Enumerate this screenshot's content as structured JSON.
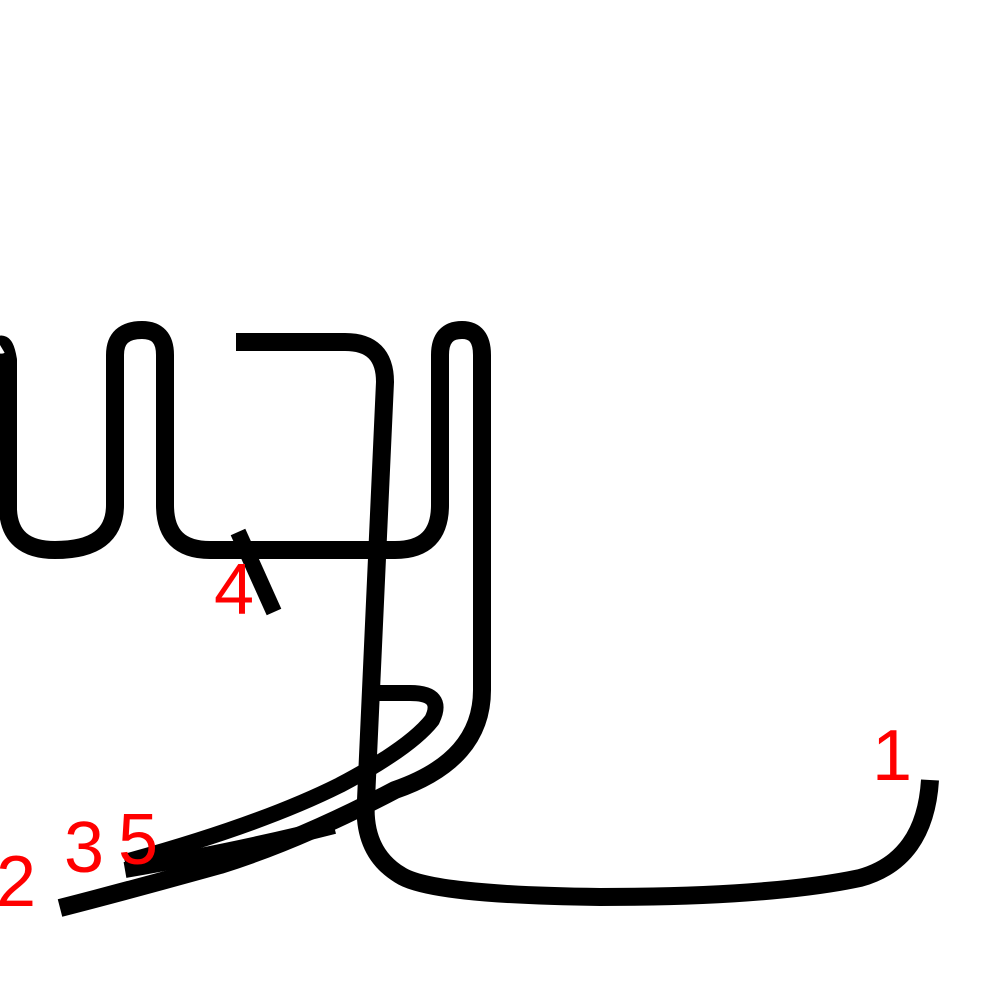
{
  "colors": {
    "stroke": "#000000",
    "label": "#ff0000",
    "background": "#ffffff"
  },
  "stroke_order_labels": [
    {
      "id": "label-1",
      "text": "1"
    },
    {
      "id": "label-2",
      "text": "2"
    },
    {
      "id": "label-3",
      "text": "3"
    },
    {
      "id": "label-4",
      "text": "4"
    },
    {
      "id": "label-5",
      "text": "5"
    }
  ]
}
